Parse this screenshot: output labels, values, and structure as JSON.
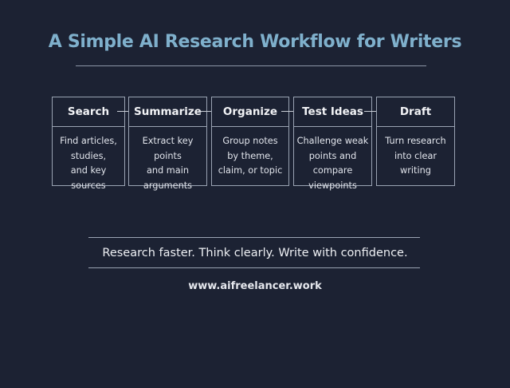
{
  "title": "A Simple AI Research Workflow for Writers",
  "colors": {
    "background": "#1c2233",
    "title": "#7fb0cc",
    "border": "#9aa3b3",
    "text": "#e6e8ee"
  },
  "steps": [
    {
      "label": "Search",
      "description": "Find articles,\nstudies,\nand key sources"
    },
    {
      "label": "Summarize",
      "description": "Extract key points\nand main\narguments"
    },
    {
      "label": "Organize",
      "description": "Group notes\nby theme,\nclaim, or topic"
    },
    {
      "label": "Test Ideas",
      "description": "Challenge weak\npoints and\ncompare viewpoints"
    },
    {
      "label": "Draft",
      "description": "Turn research\ninto clear\nwriting"
    }
  ],
  "arrows": [
    {
      "from": "Search",
      "to": "Summarize",
      "icon": "right-arrow-icon"
    },
    {
      "from": "Summarize",
      "to": "Organize",
      "icon": "right-arrow-icon"
    },
    {
      "from": "Organize",
      "to": "Test Ideas",
      "icon": "right-arrow-icon"
    },
    {
      "from": "Test Ideas",
      "to": "Draft",
      "icon": "right-arrow-icon"
    }
  ],
  "tagline": "Research faster. Think clearly. Write with confidence.",
  "website": "www.aifreelancer.work"
}
